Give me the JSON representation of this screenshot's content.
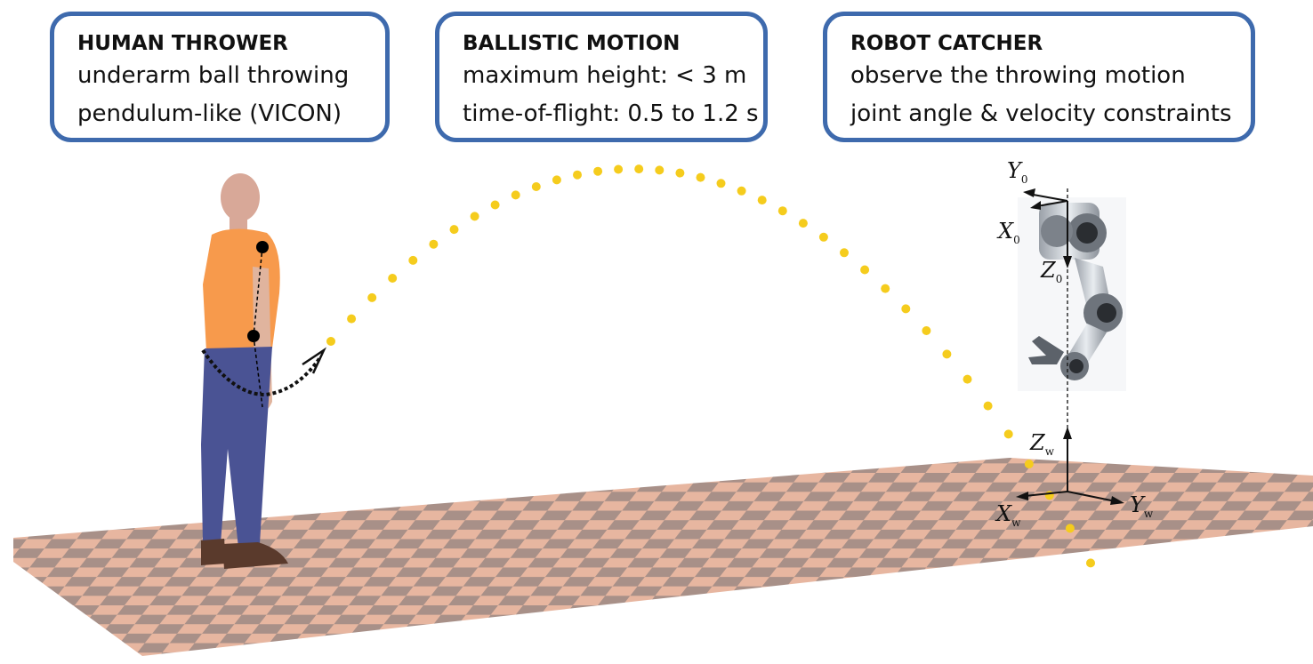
{
  "boxes": {
    "thrower": {
      "title": "HUMAN THROWER",
      "line1": "underarm ball throwing",
      "line2": "pendulum-like (VICON)"
    },
    "ballistic": {
      "title": "BALLISTIC MOTION",
      "line1": "maximum height: < 3 m",
      "line2": "time-of-flight: 0.5 to 1.2 s"
    },
    "robot": {
      "title": "ROBOT CATCHER",
      "line1": "observe the throwing motion",
      "line2": "joint angle & velocity constraints"
    }
  },
  "frames": {
    "base": {
      "y": "Y",
      "y_sub": "0",
      "x": "X",
      "x_sub": "0",
      "z": "Z",
      "z_sub": "0"
    },
    "world": {
      "z": "Z",
      "z_sub": "w",
      "x": "X",
      "x_sub": "w",
      "y": "Y",
      "y_sub": "w"
    }
  },
  "colors": {
    "box_border": "#3e6aad",
    "trajectory": "#f5cc1d",
    "shirt": "#f79a4c",
    "pants": "#4a5394",
    "skin": "#e0b49e",
    "floor_light": "#e9b7a0",
    "floor_dark": "#a78f8a"
  }
}
